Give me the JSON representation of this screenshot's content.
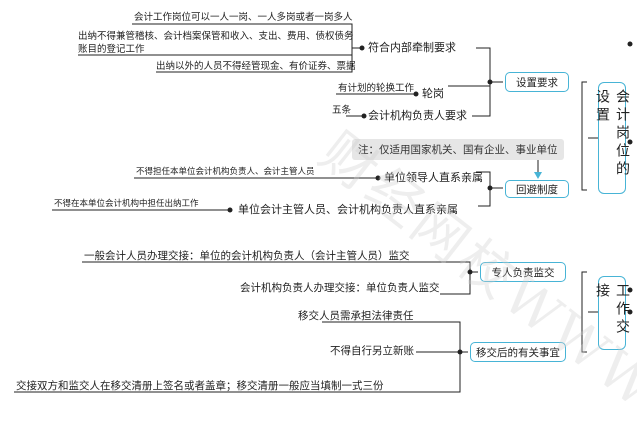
{
  "watermark": "财经网校WWW",
  "topics": {
    "gangwei": "会计岗位的设置",
    "jiaojie": "工作交接"
  },
  "groups": {
    "shezhi": "设置要求",
    "huibi": "回避制度",
    "jiandu": "专人负责监交",
    "shixiang": "移交后的有关事宜"
  },
  "nodes": {
    "qianzhi": "符合内部牵制要求",
    "lungang": "轮岗",
    "fuzeren": "会计机构负责人要求",
    "huibi1": "单位领导人直系亲属",
    "huibi2": "单位会计主管人员、会计机构负责人直系亲属"
  },
  "details": {
    "d1": "会计工作岗位可以一人一岗、一人多岗或者一岗多人",
    "d2a": "出纳不得兼管稽核、会计档案保管和收入、支出、费用、债权债务",
    "d2b": "账目的登记工作",
    "d3": "出纳以外的人员不得经管现金、有价证券、票据",
    "d4": "有计划的轮换工作",
    "d5": "五条",
    "d6": "不得担任本单位会计机构负责人、会计主管人员",
    "d7": "不得在本单位会计机构中担任出纳工作",
    "j1": "一般会计人员办理交接：单位的会计机构负责人（会计主管人员）监交",
    "j2": "会计机构负责人办理交接：单位负责人监交",
    "s1": "移交人员需承担法律责任",
    "s2": "不得自行另立新账",
    "s3": "交接双方和监交人在移交清册上签名或者盖章；移交清册一般应当填制一式三份"
  },
  "note": "注：仅适用国家机关、国有企业、事业单位",
  "colors": {
    "line": "#222222",
    "box_border": "#47b4d6",
    "note_bg": "#e6e6e6"
  }
}
